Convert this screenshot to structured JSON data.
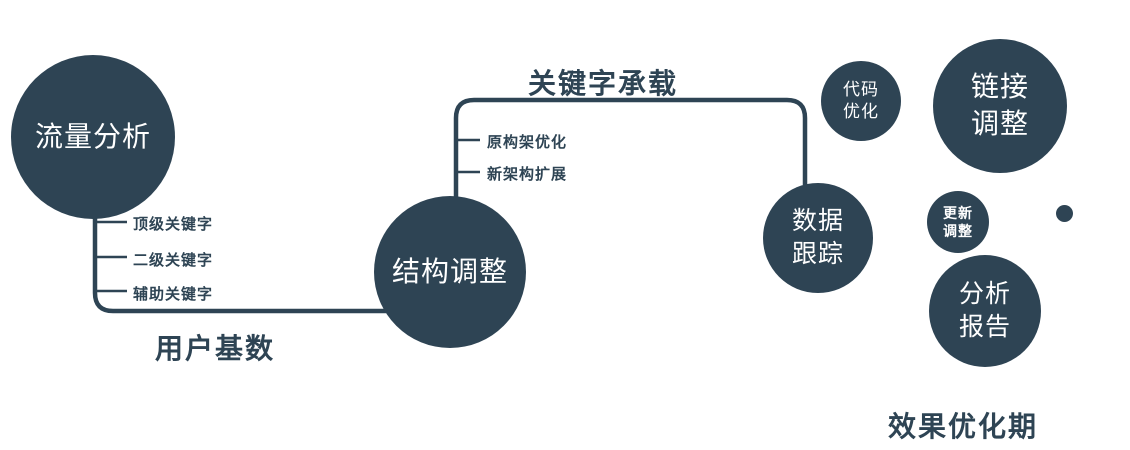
{
  "colors": {
    "node_fill": "#2e4454",
    "line": "#2e4454",
    "label_text": "#2e4454",
    "node_text": "#ffffff",
    "background": "#ffffff"
  },
  "nodes": {
    "traffic": {
      "label": "流量分析"
    },
    "structure": {
      "label": "结构调整"
    },
    "data_tracking": {
      "label": "数据\n跟踪"
    },
    "code_opt": {
      "label": "代码\n优化"
    },
    "link_adjust": {
      "label": "链接\n调整"
    },
    "update_adjust": {
      "label": "更新\n调整"
    },
    "analysis_report": {
      "label": "分析\n报告"
    }
  },
  "edge_labels": {
    "user_base": "用户基数",
    "keyword_bearing": "关键字承载",
    "effect_period": "效果优化期"
  },
  "branches": {
    "traffic": [
      "顶级关键字",
      "二级关键字",
      "辅助关键字"
    ],
    "structure": [
      "原构架优化",
      "新架构扩展"
    ]
  }
}
